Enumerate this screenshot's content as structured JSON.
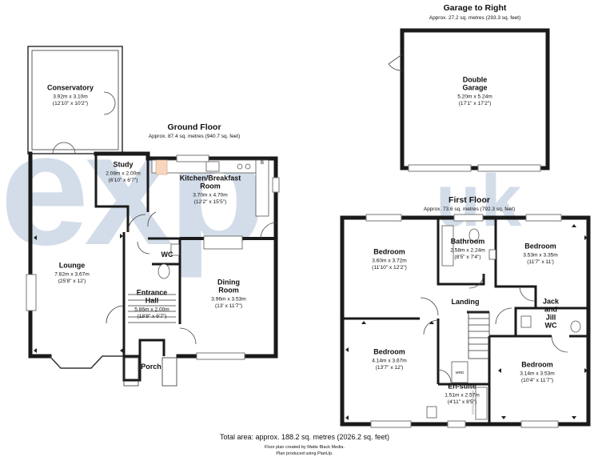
{
  "brand": {
    "wordmark": "exp",
    "suffix": "uk",
    "color": "#d3dde9"
  },
  "garage": {
    "heading": "Garage to Right",
    "area": "Approx. 27.2 sq. metres (293.3 sq. feet)",
    "rooms": [
      {
        "id": "double-garage",
        "name": [
          "Double",
          "Garage"
        ],
        "metric": "5.20m x 5.24m",
        "imperial": "(17'1\" x 17'2\")"
      }
    ]
  },
  "ground_floor": {
    "heading": "Ground Floor",
    "area": "Approx. 87.4 sq. metres (940.7 sq. feet)",
    "rooms": [
      {
        "id": "conservatory",
        "name": [
          "Conservatory"
        ],
        "metric": "3.92m x 3.10m",
        "imperial": "(12'10\" x 10'2\")"
      },
      {
        "id": "study",
        "name": [
          "Study"
        ],
        "metric": "2.08m x 2.00m",
        "imperial": "(6'10\" x 6'7\")"
      },
      {
        "id": "kitchen",
        "name": [
          "Kitchen/Breakfast",
          "Room"
        ],
        "metric": "3.70m x 4.70m",
        "imperial": "(12'2\" x 15'5\")"
      },
      {
        "id": "wc",
        "name": [
          "WC"
        ],
        "metric": "",
        "imperial": ""
      },
      {
        "id": "lounge",
        "name": [
          "Lounge"
        ],
        "metric": "7.82m x 3.67m",
        "imperial": "(25'8\" x 12')"
      },
      {
        "id": "entrance-hall",
        "name": [
          "Entrance",
          "Hall"
        ],
        "metric": "5.86m x 2.00m",
        "imperial": "(18'8\" x 6'7\")"
      },
      {
        "id": "dining-room",
        "name": [
          "Dining",
          "Room"
        ],
        "metric": "3.96m x 3.53m",
        "imperial": "(13' x 11'7\")"
      },
      {
        "id": "porch",
        "name": [
          "Porch"
        ],
        "metric": "",
        "imperial": ""
      }
    ]
  },
  "first_floor": {
    "heading": "First Floor",
    "area": "Approx. 73.6 sq. metres (792.3 sq. feet)",
    "rooms": [
      {
        "id": "bedroom-1",
        "name": [
          "Bedroom"
        ],
        "metric": "3.60m x 3.72m",
        "imperial": "(11'10\" x 12'2\")"
      },
      {
        "id": "bathroom",
        "name": [
          "Bathroom"
        ],
        "metric": "2.58m x 2.24m",
        "imperial": "(8'5\" x 7'4\")"
      },
      {
        "id": "bedroom-2",
        "name": [
          "Bedroom"
        ],
        "metric": "3.53m x 3.35m",
        "imperial": "(11'7\" x 11')"
      },
      {
        "id": "landing",
        "name": [
          "Landing"
        ],
        "metric": "",
        "imperial": ""
      },
      {
        "id": "jack-and-jill-wc",
        "name": [
          "Jack",
          "and",
          "Jill",
          "WC"
        ],
        "metric": "",
        "imperial": ""
      },
      {
        "id": "bedroom-3",
        "name": [
          "Bedroom"
        ],
        "metric": "4.14m x 3.67m",
        "imperial": "(13'7\" x 12')"
      },
      {
        "id": "bedroom-4",
        "name": [
          "Bedroom"
        ],
        "metric": "3.14m x 3.53m",
        "imperial": "(10'4\" x 11'7\")"
      },
      {
        "id": "en-suite",
        "name": [
          "En-suite"
        ],
        "metric": "1.51m x 2.57m",
        "imperial": "(4'11\" x 8'5\")"
      }
    ]
  },
  "fixtures": {
    "boiler": "B",
    "wardrobe": "WRD"
  },
  "footer": {
    "total": "Total area: approx. 188.2 sq. metres (2026.2 sq. feet)",
    "credit_1": "Floor plan created by Matte Black Media.",
    "credit_2": "Plan produced using PlanUp."
  }
}
